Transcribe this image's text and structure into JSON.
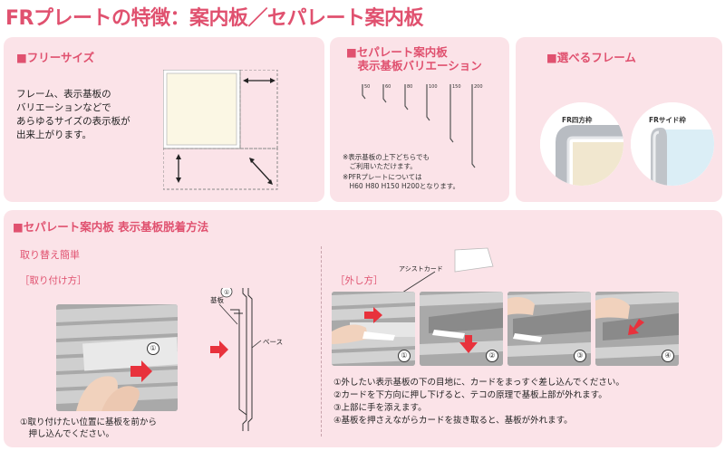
{
  "page_title": "FRプレートの特徴：案内板／セパレート案内板",
  "free_size": {
    "heading": "■フリーサイズ",
    "description_lines": [
      "フレーム、表示基板の",
      "バリエーションなどで",
      "あらゆるサイズの表示板が",
      "出来上がります。"
    ]
  },
  "separate_variation": {
    "heading_lines": [
      "■セパレート案内板",
      "　表示基板バリエーション"
    ],
    "sizes": [
      "50",
      "60",
      "80",
      "100",
      "150",
      "200"
    ],
    "note_lines": [
      "※表示基板の上下どちらでも",
      "　ご利用いただけます。",
      "※PFRプレートについては",
      "　H60 H80 H150 H200となります。"
    ]
  },
  "frames": {
    "heading": "■選べるフレーム",
    "items": [
      {
        "label": "FR四方枠"
      },
      {
        "label": "FRサイド枠"
      }
    ]
  },
  "method": {
    "heading": "■セパレート案内板 表示基板脱着方法",
    "subheading": "取り替え簡単",
    "attach": {
      "title": "［取り付け方］",
      "step_number": "①",
      "caption_lines": [
        "①取り付けたい位置に基板を前から",
        "　押し込んでください。"
      ]
    },
    "diagram": {
      "step_number": "①",
      "label_board": "基板",
      "label_base": "ベース"
    },
    "remove": {
      "title": "［外し方］",
      "card_label": "アシストカード",
      "step_numbers": [
        "①",
        "②",
        "③",
        "④"
      ],
      "instructions": [
        "①外したい表示基板の下の目地に、カードをまっすぐ差し込んでください。",
        "②カードを下方向に押し下げると、テコの原理で基板上部が外れます。",
        "③上部に手を添えます。",
        "④基板を押さえながらカードを抜き取ると、基板が外れます。"
      ]
    }
  },
  "colors": {
    "accent": "#e0516f",
    "panel_bg": "#fbe3e8",
    "arrow": "#e8323c"
  }
}
